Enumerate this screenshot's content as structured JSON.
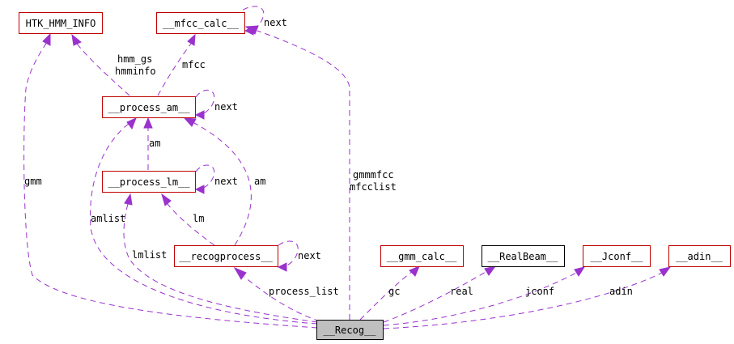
{
  "nodes": {
    "htk": "HTK_HMM_INFO",
    "mfcc": "__mfcc_calc__",
    "pam": "__process_am__",
    "plm": "__process_lm__",
    "rp": "__recogprocess__",
    "gmm": "__gmm_calc__",
    "rb": "__RealBeam__",
    "jconf": "__Jconf__",
    "adin": "__adin__",
    "recog": "__Recog__"
  },
  "labels": {
    "mfcc_next": "next",
    "hmm_gs": "hmm_gs",
    "hmminfo": "hmminfo",
    "mfcc": "mfcc",
    "pam_next": "next",
    "am1": "am",
    "plm_next": "next",
    "am2": "am",
    "gmm": "gmm",
    "gmmmfcc": "gmmmfcc",
    "mfcclist": "mfcclist",
    "amlist": "amlist",
    "lm": "lm",
    "lmlist": "lmlist",
    "rp_next": "next",
    "process_list": "process_list",
    "gc": "gc",
    "real": "real",
    "jconf": "jconf",
    "adin": "adin"
  },
  "colors": {
    "edge": "#9a32cd",
    "node_border": "#bf0000",
    "focus_fill": "#bfbfbf"
  }
}
